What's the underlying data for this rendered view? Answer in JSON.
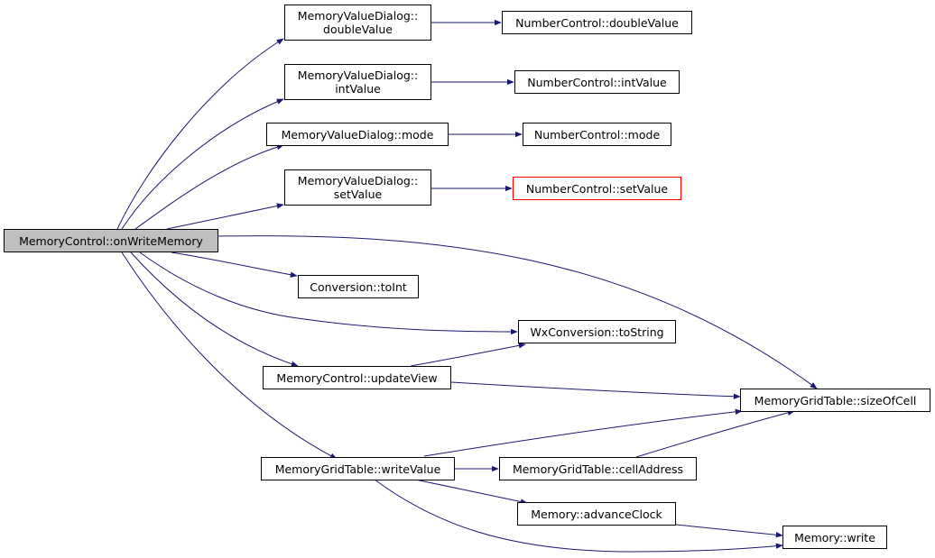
{
  "graph": {
    "edge_color": "#191970",
    "nodes": {
      "root": {
        "label": "MemoryControl::onWriteMemory",
        "fill": "#bfbfbf"
      },
      "mvd_double": {
        "line1": "MemoryValueDialog::",
        "line2": "doubleValue"
      },
      "mvd_int": {
        "line1": "MemoryValueDialog::",
        "line2": "intValue"
      },
      "mvd_mode": {
        "label": "MemoryValueDialog::mode"
      },
      "mvd_set": {
        "line1": "MemoryValueDialog::",
        "line2": "setValue"
      },
      "nc_double": {
        "label": "NumberControl::doubleValue"
      },
      "nc_int": {
        "label": "NumberControl::intValue"
      },
      "nc_mode": {
        "label": "NumberControl::mode"
      },
      "nc_set": {
        "label": "NumberControl::setValue",
        "border": "#ff0000"
      },
      "conv_toint": {
        "label": "Conversion::toInt"
      },
      "wx_tostring": {
        "label": "WxConversion::toString"
      },
      "mc_update": {
        "label": "MemoryControl::updateView"
      },
      "mgt_size": {
        "label": "MemoryGridTable::sizeOfCell"
      },
      "mgt_write": {
        "label": "MemoryGridTable::writeValue"
      },
      "mgt_cell": {
        "label": "MemoryGridTable::cellAddress"
      },
      "mem_clock": {
        "label": "Memory::advanceClock"
      },
      "mem_write": {
        "label": "Memory::write"
      }
    }
  }
}
